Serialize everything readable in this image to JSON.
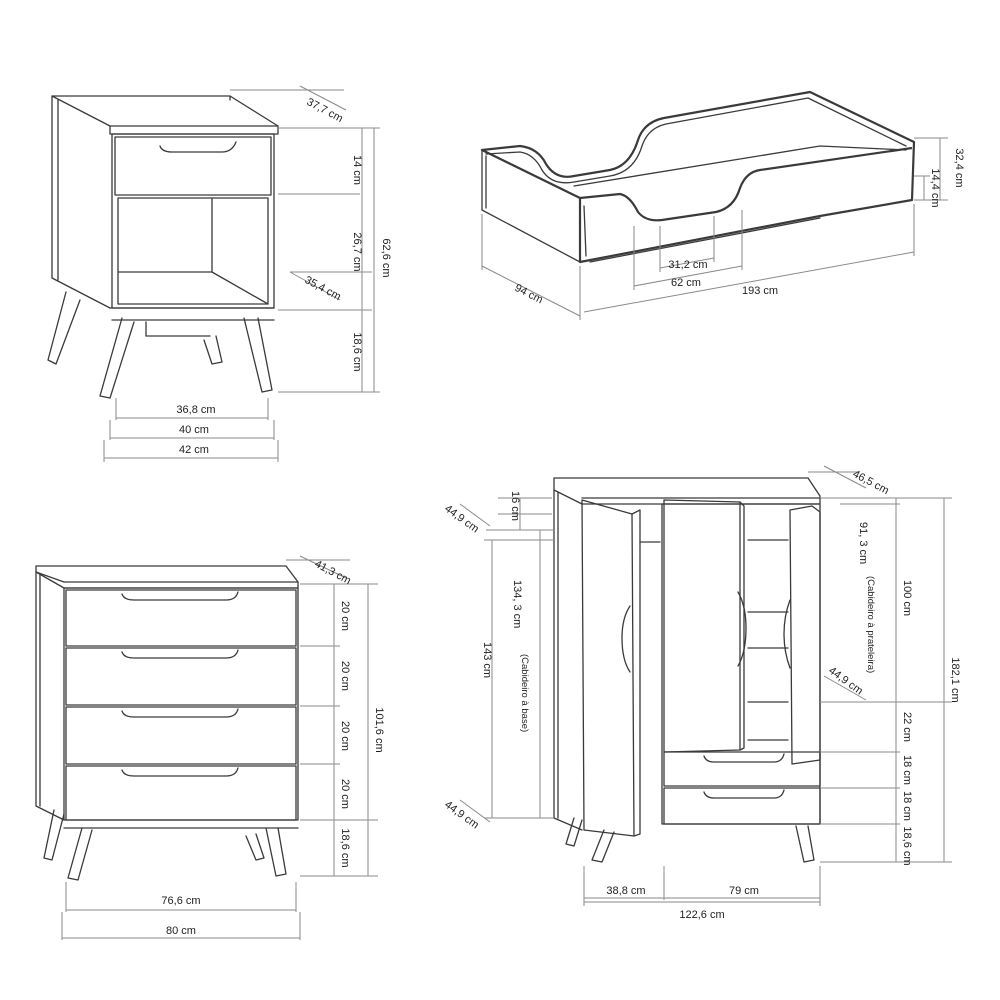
{
  "colors": {
    "line": "#3a3a3a",
    "dimension": "#8a8a8a",
    "text": "#222222",
    "background": "#ffffff"
  },
  "nightstand": {
    "depth": "37,7 cm",
    "drawer_height": "14 cm",
    "niche_height": "26,7 cm",
    "total_height": "62,6 cm",
    "niche_depth": "35,4 cm",
    "leg_height": "18,6 cm",
    "inner_width": "36,8 cm",
    "body_width": "40 cm",
    "total_width": "42 cm"
  },
  "trundle": {
    "height": "32,4 cm",
    "front_height": "14,4 cm",
    "depth": "94 cm",
    "opening_inner": "31,2 cm",
    "opening_outer": "62 cm",
    "length": "193 cm"
  },
  "dresser": {
    "depth": "41,3 cm",
    "drawer_1": "20 cm",
    "drawer_2": "20 cm",
    "drawer_3": "20 cm",
    "drawer_4": "20 cm",
    "total_height": "101,6 cm",
    "leg_height": "18,6 cm",
    "inner_width": "76,6 cm",
    "total_width": "80 cm"
  },
  "wardrobe": {
    "depth": "46,5 cm",
    "top_gap": "16 cm",
    "door_depth_top": "44,9 cm",
    "shelf_height": "91, 3 cm",
    "shelf_note": "(Cabideiro à prateleira)",
    "upper_height": "100 cm",
    "total_height": "182,1 cm",
    "rod_height": "134, 3 cm",
    "rod_note": "(Cabideiro à base)",
    "door_height": "143 cm",
    "door_depth_mid": "44,9 cm",
    "gap_22": "22 cm",
    "drawer_18a": "18 cm",
    "drawer_18b": "18 cm",
    "leg_height": "18,6 cm",
    "door_depth_bottom": "44,9 cm",
    "left_width": "38,8 cm",
    "right_width": "79 cm",
    "total_width": "122,6 cm"
  }
}
